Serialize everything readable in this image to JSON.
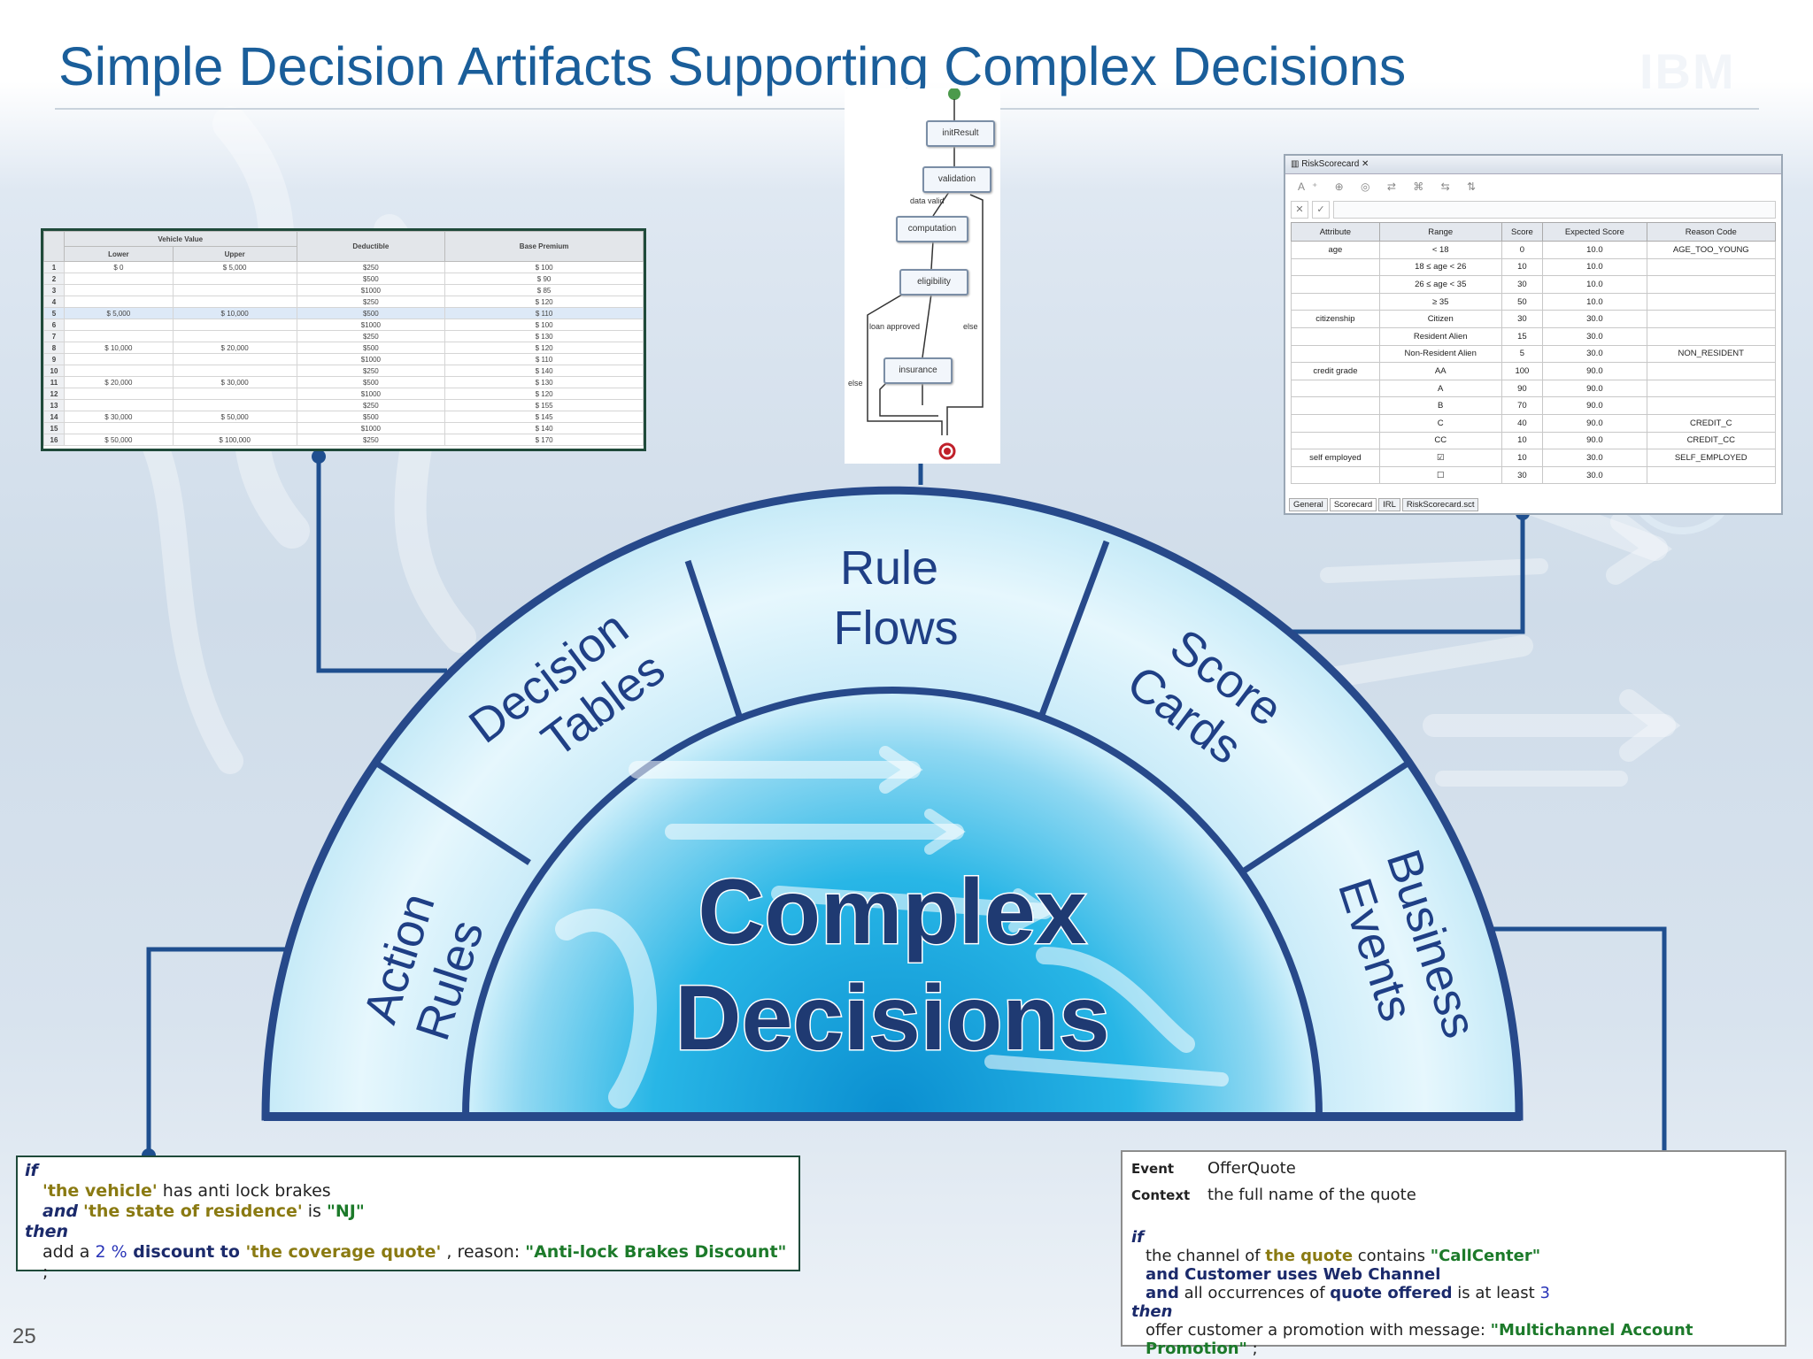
{
  "slide": {
    "title": "Simple Decision Artifacts Supporting Complex Decisions",
    "page_number": "25",
    "logo": "IBM"
  },
  "center": {
    "line1": "Complex",
    "line2": "Decisions"
  },
  "segments": [
    {
      "line1": "Action",
      "line2": "Rules"
    },
    {
      "line1": "Decision",
      "line2": "Tables"
    },
    {
      "line1": "Rule",
      "line2": "Flows"
    },
    {
      "line1": "Score",
      "line2": "Cards"
    },
    {
      "line1": "Business",
      "line2": "Events"
    }
  ],
  "decision_table": {
    "group_header": "Vehicle Value",
    "headers": [
      "Lower",
      "Upper",
      "Deductible",
      "Base Premium"
    ],
    "rows": [
      [
        "1",
        "$ 0",
        "$ 5,000",
        "$250",
        "$ 100"
      ],
      [
        "2",
        "",
        "",
        "$500",
        "$ 90"
      ],
      [
        "3",
        "",
        "",
        "$1000",
        "$ 85"
      ],
      [
        "4",
        "",
        "",
        "$250",
        "$ 120"
      ],
      [
        "5",
        "$ 5,000",
        "$ 10,000",
        "$500",
        "$ 110"
      ],
      [
        "6",
        "",
        "",
        "$1000",
        "$ 100"
      ],
      [
        "7",
        "",
        "",
        "$250",
        "$ 130"
      ],
      [
        "8",
        "$ 10,000",
        "$ 20,000",
        "$500",
        "$ 120"
      ],
      [
        "9",
        "",
        "",
        "$1000",
        "$ 110"
      ],
      [
        "10",
        "",
        "",
        "$250",
        "$ 140"
      ],
      [
        "11",
        "$ 20,000",
        "$ 30,000",
        "$500",
        "$ 130"
      ],
      [
        "12",
        "",
        "",
        "$1000",
        "$ 120"
      ],
      [
        "13",
        "",
        "",
        "$250",
        "$ 155"
      ],
      [
        "14",
        "$ 30,000",
        "$ 50,000",
        "$500",
        "$ 145"
      ],
      [
        "15",
        "",
        "",
        "$1000",
        "$ 140"
      ],
      [
        "16",
        "$ 50,000",
        "$ 100,000",
        "$250",
        "$ 170"
      ]
    ]
  },
  "rule_flow": {
    "nodes": [
      "initResult",
      "validation",
      "computation",
      "eligibility",
      "insurance"
    ],
    "labels": {
      "data_valid": "data valid",
      "loan_approved": "loan approved",
      "else1": "else",
      "else2": "else"
    }
  },
  "scorecard": {
    "tab": "RiskScorecard",
    "toolbar": "A⁺ ⊕ ◎ ⇄ ⌘ ⇆ ⇅",
    "headers": [
      "Attribute",
      "Range",
      "Score",
      "Expected Score",
      "Reason Code"
    ],
    "rows": [
      [
        "age",
        "< 18",
        "0",
        "10.0",
        "AGE_TOO_YOUNG"
      ],
      [
        "",
        "18 ≤ age < 26",
        "10",
        "10.0",
        ""
      ],
      [
        "",
        "26 ≤ age < 35",
        "30",
        "10.0",
        ""
      ],
      [
        "",
        "≥ 35",
        "50",
        "10.0",
        ""
      ],
      [
        "citizenship",
        "Citizen",
        "30",
        "30.0",
        ""
      ],
      [
        "",
        "Resident Alien",
        "15",
        "30.0",
        ""
      ],
      [
        "",
        "Non-Resident Alien",
        "5",
        "30.0",
        "NON_RESIDENT"
      ],
      [
        "credit grade",
        "AA",
        "100",
        "90.0",
        ""
      ],
      [
        "",
        "A",
        "90",
        "90.0",
        ""
      ],
      [
        "",
        "B",
        "70",
        "90.0",
        ""
      ],
      [
        "",
        "C",
        "40",
        "90.0",
        "CREDIT_C"
      ],
      [
        "",
        "CC",
        "10",
        "90.0",
        "CREDIT_CC"
      ],
      [
        "self employed",
        "☑",
        "10",
        "30.0",
        "SELF_EMPLOYED"
      ],
      [
        "",
        "☐",
        "30",
        "30.0",
        ""
      ]
    ],
    "bottom_tabs": [
      "General",
      "Scorecard",
      "IRL",
      "RiskScorecard.sct"
    ]
  },
  "action_rule": {
    "if": "if",
    "l1_a": "'the vehicle'",
    "l1_b": " has anti lock brakes",
    "and": "and",
    "l2_a": "'the state of residence'",
    "l2_b": " is ",
    "l2_c": "\"NJ\"",
    "then": "then",
    "l3_a": "add a ",
    "l3_b": "2",
    "l3_c": " %",
    "l3_d": " discount to ",
    "l3_e": "'the coverage quote'",
    "l3_f": " , reason: ",
    "l3_g": "\"Anti-lock Brakes Discount\"",
    "l3_h": " ;"
  },
  "event_rule": {
    "event_label": "Event",
    "event_value": "OfferQuote",
    "context_label": "Context",
    "context_value": "the full name of the quote",
    "if": "if",
    "l1_a": "the channel of ",
    "l1_b": "the quote",
    "l1_c": " contains ",
    "l1_d": "\"CallCenter\"",
    "l2_a": "and",
    "l2_b": " Customer uses Web Channel",
    "l3_a": "and",
    "l3_b": " all occurrences of ",
    "l3_c": "quote offered",
    "l3_d": " is at least ",
    "l3_e": "3",
    "then": "then",
    "l4_a": "offer customer a promotion with message: ",
    "l4_b": "\"Multichannel Account Promotion\"",
    "l4_c": " ;"
  },
  "colors": {
    "title_blue": "#1a5e9a",
    "arc_navy": "#27498a",
    "connector": "#1f4f8f"
  }
}
